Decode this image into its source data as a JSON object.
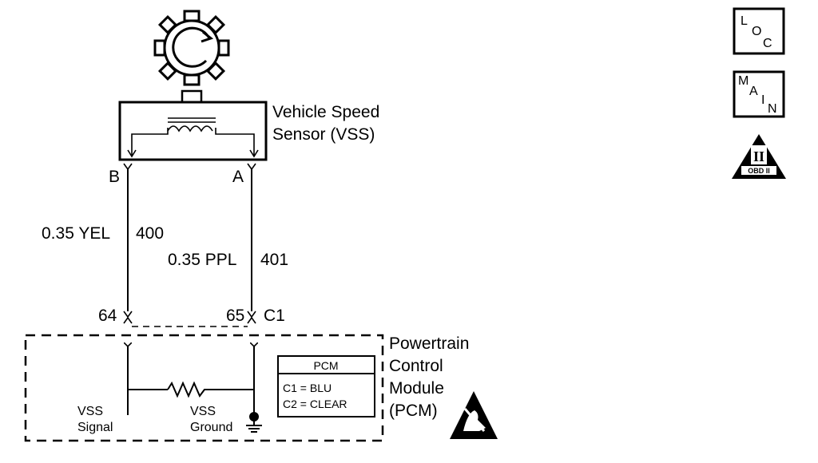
{
  "sensor": {
    "name_line1": "Vehicle Speed",
    "name_line2": "Sensor (VSS)",
    "terminal_b": "B",
    "terminal_a": "A"
  },
  "wires": {
    "left_gauge_color": "0.35 YEL",
    "left_circuit": "400",
    "right_gauge_color": "0.35 PPL",
    "right_circuit": "401"
  },
  "connector": {
    "pin_left": "64",
    "pin_right": "65",
    "name": "C1"
  },
  "pcm": {
    "name_line1": "Powertrain",
    "name_line2": "Control",
    "name_line3": "Module",
    "name_line4": "(PCM)",
    "signal_line1": "VSS",
    "signal_line2": "Signal",
    "ground_line1": "VSS",
    "ground_line2": "Ground",
    "table_title": "PCM",
    "table_row1": "C1 = BLU",
    "table_row2": "C2 = CLEAR"
  },
  "badges": {
    "loc": [
      "L",
      "O",
      "C"
    ],
    "main": [
      "M",
      "A",
      "I",
      "N"
    ],
    "obd_numeral": "II",
    "obd_text": "OBD II"
  },
  "icons": [
    "rotor-icon",
    "coil-icon",
    "resistor-icon",
    "ground-icon",
    "esd-warning-icon",
    "obd-ii-icon"
  ]
}
